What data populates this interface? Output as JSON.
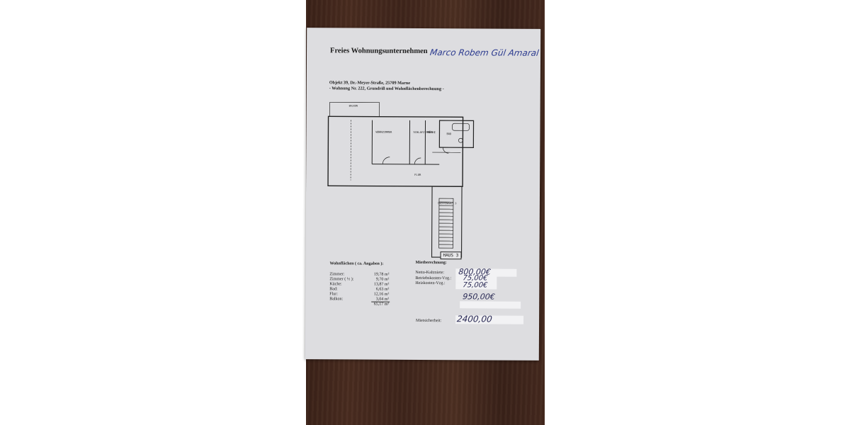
{
  "document": {
    "company": "Freies Wohnungsunternehmen",
    "handwritten_name": "Marco Robem Gül Amaral",
    "object_line": "Objekt 39, Dr.-Meyer-Straße, 25709 Marne",
    "subtitle_line": "- Wohnung Nr. 222, Grundriß und Wohnflächenberechnung -"
  },
  "floorplan": {
    "labels": {
      "balkon": "BALKON",
      "wohnzimmer": "WOHNZIMMER",
      "schlafzimmer": "SCHLAFZIMMER",
      "kueche": "KÜCHE",
      "bad": "BAD",
      "flur": "FLUR",
      "treppenhaus": "TREPPENHAUS 3",
      "haus": "HAUS 3"
    }
  },
  "wohnflaechen": {
    "title": "Wohnflächen ( ca. Angaben ):",
    "rows": [
      {
        "label": "Zimmer:",
        "value": "19,78 m²"
      },
      {
        "label": "Zimmer ( ½ ):",
        "value": "9,70 m²"
      },
      {
        "label": "Küche:",
        "value": "13,87 m²"
      },
      {
        "label": "Bad:",
        "value": "6,63 m²"
      },
      {
        "label": "Flur:",
        "value": "12,16 m²"
      },
      {
        "label": "Balkon:",
        "value": "3,04 m²"
      }
    ],
    "total": "65,17 m²"
  },
  "mietberechnung": {
    "title": "Mietberechnung:",
    "rows": [
      {
        "label": "Netto-Kaltmiete:",
        "value": "800,00€"
      },
      {
        "label": "Betriebskosten-Vzg.:",
        "value": "75,00€"
      },
      {
        "label": "Heizkosten-Vzg.:",
        "value": "75,00€"
      }
    ],
    "total": "950,00€",
    "deposit_label": "Mietsicherheit:",
    "deposit_value": "2400,00"
  },
  "colors": {
    "table_wood": "#442a1e",
    "paper": "#dddde0",
    "ink_blue": "#2b3a8f"
  }
}
